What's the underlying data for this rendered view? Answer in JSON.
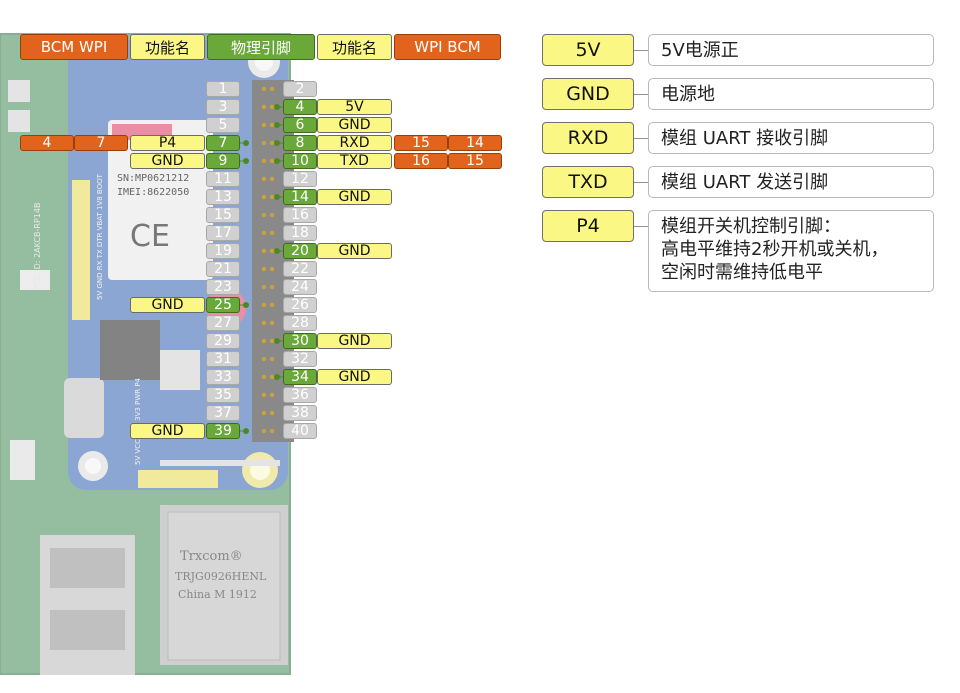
{
  "headers": {
    "left_bcm_wpi": "BCM  WPI",
    "left_func": "功能名",
    "physical": "物理引脚",
    "right_func": "功能名",
    "right_wpi_bcm": "WPI  BCM"
  },
  "left_pins": [
    {
      "num": "1",
      "active": false
    },
    {
      "num": "3",
      "active": false
    },
    {
      "num": "5",
      "active": false
    },
    {
      "num": "7",
      "active": true,
      "func": "P4",
      "bcm": "4",
      "wpi": "7"
    },
    {
      "num": "9",
      "active": true,
      "func": "GND"
    },
    {
      "num": "11",
      "active": false
    },
    {
      "num": "13",
      "active": false
    },
    {
      "num": "15",
      "active": false
    },
    {
      "num": "17",
      "active": false
    },
    {
      "num": "19",
      "active": false
    },
    {
      "num": "21",
      "active": false
    },
    {
      "num": "23",
      "active": false
    },
    {
      "num": "25",
      "active": true,
      "func": "GND"
    },
    {
      "num": "27",
      "active": false
    },
    {
      "num": "29",
      "active": false
    },
    {
      "num": "31",
      "active": false
    },
    {
      "num": "33",
      "active": false
    },
    {
      "num": "35",
      "active": false
    },
    {
      "num": "37",
      "active": false
    },
    {
      "num": "39",
      "active": true,
      "func": "GND"
    }
  ],
  "right_pins": [
    {
      "num": "2",
      "active": false
    },
    {
      "num": "4",
      "active": true,
      "func": "5V"
    },
    {
      "num": "6",
      "active": true,
      "func": "GND"
    },
    {
      "num": "8",
      "active": true,
      "func": "RXD",
      "wpi": "15",
      "bcm": "14"
    },
    {
      "num": "10",
      "active": true,
      "func": "TXD",
      "wpi": "16",
      "bcm": "15"
    },
    {
      "num": "12",
      "active": false
    },
    {
      "num": "14",
      "active": true,
      "func": "GND"
    },
    {
      "num": "16",
      "active": false
    },
    {
      "num": "18",
      "active": false
    },
    {
      "num": "20",
      "active": true,
      "func": "GND"
    },
    {
      "num": "22",
      "active": false
    },
    {
      "num": "24",
      "active": false
    },
    {
      "num": "26",
      "active": false
    },
    {
      "num": "28",
      "active": false
    },
    {
      "num": "30",
      "active": true,
      "func": "GND"
    },
    {
      "num": "32",
      "active": false
    },
    {
      "num": "34",
      "active": true,
      "func": "GND"
    },
    {
      "num": "36",
      "active": false
    },
    {
      "num": "38",
      "active": false
    },
    {
      "num": "40",
      "active": false
    }
  ],
  "legend": [
    {
      "key": "5V",
      "desc": "5V电源正"
    },
    {
      "key": "GND",
      "desc": "电源地"
    },
    {
      "key": "RXD",
      "desc": "模组 UART 接收引脚"
    },
    {
      "key": "TXD",
      "desc": "模组 UART 发送引脚"
    },
    {
      "key": "P4",
      "desc": "模组开关机控制引脚：\n高电平维持2秒开机或关机，\n空闲时需维持低电平"
    }
  ],
  "board_text": {
    "sn": "SN:MP0621212",
    "imei": "IMEI:8622050",
    "ce": "CE",
    "fcc": "FCC ID: 2AKCB-RP14B",
    "pins_silk": "5V GND RX TX DTR VBAT 1V8 BOOT",
    "bottom_silk": "5V VCC 3V3 3V3 PWR P4",
    "jack_brand": "Trxcom®",
    "jack_model": "TRJG0926HENL",
    "jack_origin": "China M 1912"
  },
  "colors": {
    "func_yellow": "#fbf785",
    "wpi_bcm_orange": "#e2641c",
    "physical_green": "#6aa83a",
    "inactive_gray": "#d0d0d0",
    "pcb_green": "#3f8a55",
    "hat_blue": "#2d5fae"
  }
}
